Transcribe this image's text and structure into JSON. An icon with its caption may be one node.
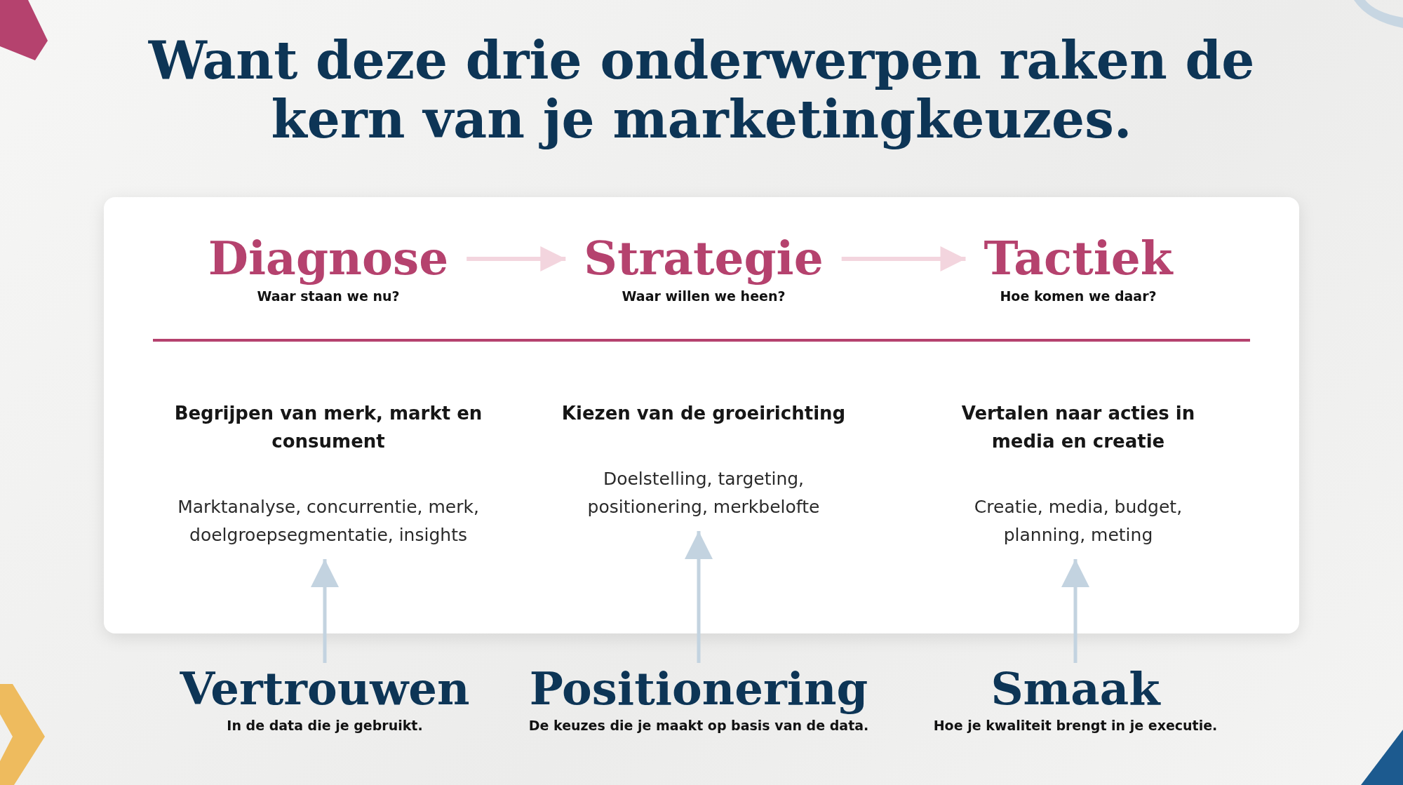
{
  "diagram": {
    "title": "Want deze drie onderwerpen raken de kern van je marketingkeuzes.",
    "nodes": [
      {
        "text": [],
        "shape": "box"
      },
      {
        "text": [
          "Diagnose",
          "Waar staan we nu?"
        ],
        "in": 0
      },
      {
        "text": [
          "Strategie",
          "Waar willen we heen?"
        ],
        "in": 0
      },
      {
        "text": [
          "Tactiek",
          "Hoe komen we daar?"
        ],
        "in": 0
      },
      {
        "text": [
          "Begrijpen van merk, markt en consument",
          "Marktanalyse, concurrentie, merk, doelgroepsegmentatie, insights"
        ],
        "in": 0
      },
      {
        "text": [
          "Kiezen van de groeirichting",
          "Doelstelling, targeting, positionering, merkbelofte"
        ],
        "in": 0
      },
      {
        "text": [
          "Vertalen naar acties in media en creatie",
          "Creatie, media, budget, planning, meting"
        ],
        "in": 0
      },
      {
        "text": [
          "Vertrouwen",
          "In de data die je gebruikt."
        ]
      },
      {
        "text": [
          "Positionering",
          "De keuzes die je maakt op basis van de data."
        ]
      },
      {
        "text": [
          "Smaak",
          "Hoe je kwaliteit brengt in je executie."
        ]
      }
    ],
    "edges": [
      {
        "from": 1,
        "to": 2,
        "arrow": "to",
        "color": "#f3d5de"
      },
      {
        "from": 2,
        "to": 3,
        "arrow": "to",
        "color": "#f3d5de"
      },
      {
        "from": 7,
        "to": 4,
        "arrow": "to",
        "color": "#c3d3e0"
      },
      {
        "from": 8,
        "to": 5,
        "arrow": "to",
        "color": "#c3d3e0"
      },
      {
        "from": 9,
        "to": 6,
        "arrow": "to",
        "color": "#c3d3e0"
      }
    ]
  }
}
